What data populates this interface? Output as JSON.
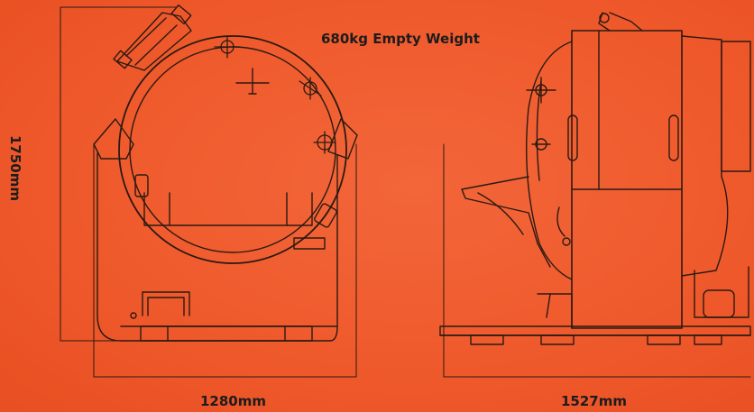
{
  "labels": {
    "weight": "680kg Empty Weight",
    "height": "1750mm",
    "width": "1280mm",
    "depth": "1527mm"
  },
  "colors": {
    "background": "#ef5a2c",
    "line": "#2a1a12",
    "text": "#1c1c1c"
  }
}
